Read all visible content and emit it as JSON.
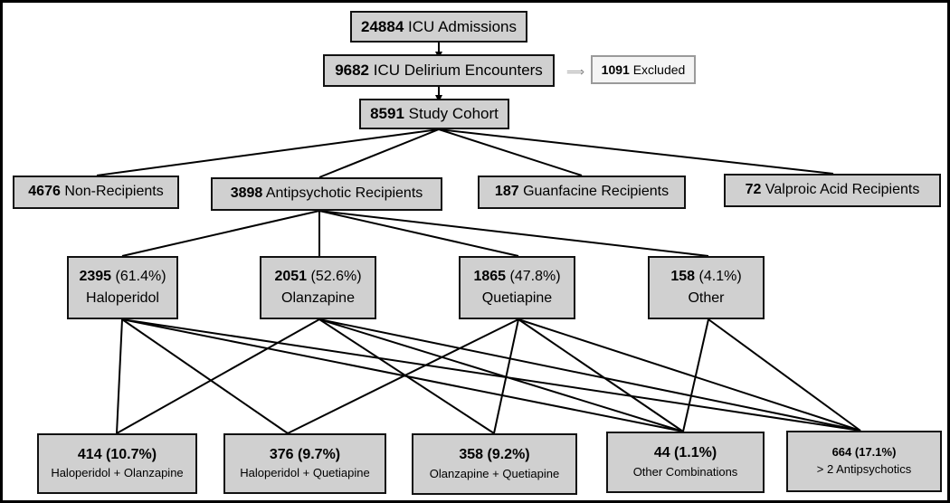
{
  "top": {
    "admissions": {
      "count": "24884",
      "label": "ICU Admissions"
    },
    "delirium": {
      "count": "9682",
      "label": "ICU Delirium Encounters"
    },
    "excluded": {
      "count": "1091",
      "label": "Excluded"
    },
    "cohort": {
      "count": "8591",
      "label": "Study Cohort"
    }
  },
  "groups": {
    "non_recipients": {
      "count": "4676",
      "label": "Non-Recipients"
    },
    "antipsychotic": {
      "count": "3898",
      "label": "Antipsychotic Recipients"
    },
    "guanfacine": {
      "count": "187",
      "label": "Guanfacine Recipients"
    },
    "valproic": {
      "count": "72",
      "label": "Valproic Acid Recipients"
    }
  },
  "drugs": {
    "haloperidol": {
      "count": "2395",
      "pct": "(61.4%)",
      "label": "Haloperidol"
    },
    "olanzapine": {
      "count": "2051",
      "pct": "(52.6%)",
      "label": "Olanzapine"
    },
    "quetiapine": {
      "count": "1865",
      "pct": "(47.8%)",
      "label": "Quetiapine"
    },
    "other": {
      "count": "158",
      "pct": "(4.1%)",
      "label": "Other"
    }
  },
  "combos": {
    "hal_olz": {
      "value": "414 (10.7%)",
      "label": "Haloperidol + Olanzapine"
    },
    "hal_que": {
      "value": "376 (9.7%)",
      "label": "Haloperidol + Quetiapine"
    },
    "olz_que": {
      "value": "358 (9.2%)",
      "label": "Olanzapine + Quetiapine"
    },
    "other": {
      "value": "44 (1.1%)",
      "label": "Other Combinations"
    },
    "multi": {
      "value": "664 (17.1%)",
      "label": "> 2 Antipsychotics"
    }
  },
  "edges": [
    {
      "from": "cohort",
      "to": "non_recipients"
    },
    {
      "from": "cohort",
      "to": "antipsychotic"
    },
    {
      "from": "cohort",
      "to": "guanfacine"
    },
    {
      "from": "cohort",
      "to": "valproic"
    },
    {
      "from": "antipsychotic",
      "to": "haloperidol"
    },
    {
      "from": "antipsychotic",
      "to": "olanzapine"
    },
    {
      "from": "antipsychotic",
      "to": "quetiapine"
    },
    {
      "from": "antipsychotic",
      "to": "other"
    },
    {
      "from": "haloperidol",
      "to": "hal_olz"
    },
    {
      "from": "haloperidol",
      "to": "hal_que"
    },
    {
      "from": "haloperidol",
      "to": "combo_other"
    },
    {
      "from": "haloperidol",
      "to": "multi"
    },
    {
      "from": "olanzapine",
      "to": "hal_olz"
    },
    {
      "from": "olanzapine",
      "to": "olz_que"
    },
    {
      "from": "olanzapine",
      "to": "combo_other"
    },
    {
      "from": "olanzapine",
      "to": "multi"
    },
    {
      "from": "quetiapine",
      "to": "hal_que"
    },
    {
      "from": "quetiapine",
      "to": "olz_que"
    },
    {
      "from": "quetiapine",
      "to": "combo_other"
    },
    {
      "from": "quetiapine",
      "to": "multi"
    },
    {
      "from": "other",
      "to": "combo_other"
    },
    {
      "from": "other",
      "to": "multi"
    }
  ]
}
